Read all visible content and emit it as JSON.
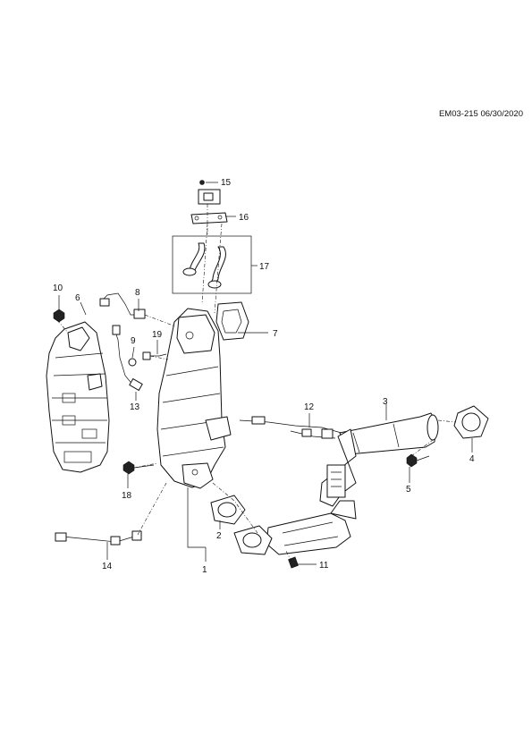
{
  "drawing_id": "EM03-215 06/30/2020",
  "callouts": [
    {
      "id": "c1",
      "label": "1"
    },
    {
      "id": "c2",
      "label": "2"
    },
    {
      "id": "c3",
      "label": "3"
    },
    {
      "id": "c4",
      "label": "4"
    },
    {
      "id": "c5",
      "label": "5"
    },
    {
      "id": "c6",
      "label": "6"
    },
    {
      "id": "c7",
      "label": "7"
    },
    {
      "id": "c8",
      "label": "8"
    },
    {
      "id": "c9",
      "label": "9"
    },
    {
      "id": "c10",
      "label": "10"
    },
    {
      "id": "c11",
      "label": "11"
    },
    {
      "id": "c12",
      "label": "12"
    },
    {
      "id": "c13",
      "label": "13"
    },
    {
      "id": "c14",
      "label": "14"
    },
    {
      "id": "c15",
      "label": "15"
    },
    {
      "id": "c16",
      "label": "16"
    },
    {
      "id": "c17",
      "label": "17"
    },
    {
      "id": "c18",
      "label": "18"
    },
    {
      "id": "c19",
      "label": "19"
    }
  ]
}
